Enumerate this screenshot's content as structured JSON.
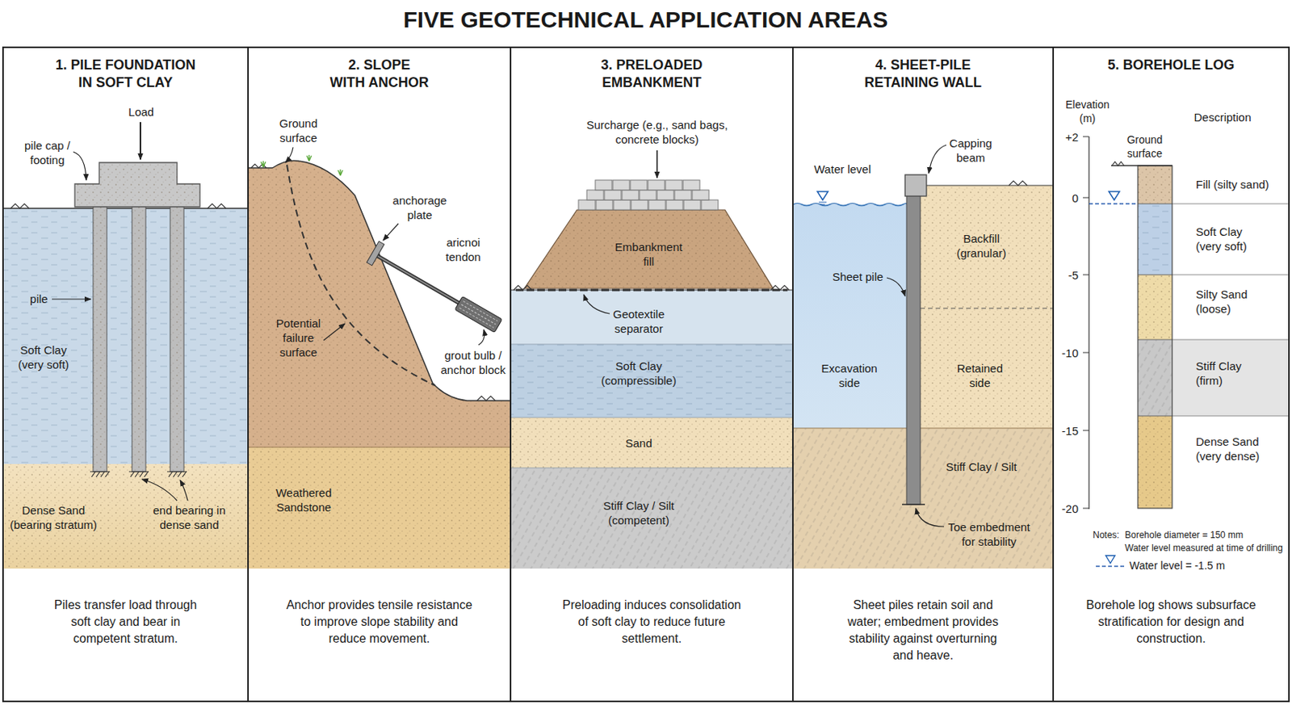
{
  "diagram": {
    "title": "FIVE GEOTECHNICAL APPLICATION AREAS",
    "nodes": [
      {
        "text": [
          "1. PILE FOUNDATION IN SOFT CLAY",
          "Piles transfer load through soft clay and bear in competent stratum."
        ]
      },
      {
        "text": [
          "Soft Clay (very soft)"
        ],
        "in": 0
      },
      {
        "text": [
          "Dense Sand (bearing stratum)"
        ],
        "in": 0
      },
      {
        "text": [
          "2. SLOPE WITH ANCHOR",
          "Anchor provides tensile resistance to improve slope stability and reduce movement."
        ]
      },
      {
        "text": [
          "Weathered Sandstone"
        ],
        "in": 3
      },
      {
        "text": [
          "3. PRELOADED EMBANKMENT",
          "Preloading induces consolidation of soft clay to reduce future settlement."
        ]
      },
      {
        "text": [
          "Embankment fill"
        ],
        "in": 5
      },
      {
        "text": [
          "Soft Clay (compressible)"
        ],
        "in": 5
      },
      {
        "text": [
          "Sand"
        ],
        "in": 5
      },
      {
        "text": [
          "Stiff Clay / Silt (competent)"
        ],
        "in": 5
      },
      {
        "text": [
          "4. SHEET-PILE RETAINING WALL",
          "Sheet piles retain soil and water; embedment provides stability against overturning and heave."
        ]
      },
      {
        "text": [
          "Excavation side"
        ],
        "in": 10
      },
      {
        "text": [
          "Backfill (granular)",
          "Retained side"
        ],
        "in": 10
      },
      {
        "text": [
          "Stiff Clay / Silt"
        ],
        "in": 10
      },
      {
        "text": [
          "5. BOREHOLE LOG",
          "Borehole log shows subsurface stratification for design and construction."
        ]
      },
      {
        "text": [
          "Fill (silty sand)"
        ],
        "in": 14
      },
      {
        "text": [
          "Soft Clay (very soft)"
        ],
        "in": 14
      },
      {
        "text": [
          "Silty Sand (loose)"
        ],
        "in": 14
      },
      {
        "text": [
          "Stiff Clay (firm)"
        ],
        "in": 14
      },
      {
        "text": [
          "Dense Sand (very dense)"
        ],
        "in": 14
      }
    ],
    "labels": [
      "Load",
      "pile cap / footing",
      "pile",
      "end bearing in dense sand",
      "Ground surface",
      "anchorage plate",
      "aricnoi tendon",
      "Potential failure surface",
      "grout bulb / anchor block",
      "Surcharge (e.g., sand bags, concrete blocks)",
      "Geotextile separator",
      "Water level",
      "Capping beam",
      "Sheet pile",
      "Toe embedment for stability",
      "Elevation (m)",
      "Description",
      "Ground surface",
      "+2",
      "0",
      "-5",
      "-10",
      "-15",
      "-20",
      "Notes:",
      "Borehole diameter = 150 mm",
      "Water level measured at time of drilling"
    ],
    "legend": [
      {
        "text": "Water level = -1.5 m"
      }
    ]
  }
}
